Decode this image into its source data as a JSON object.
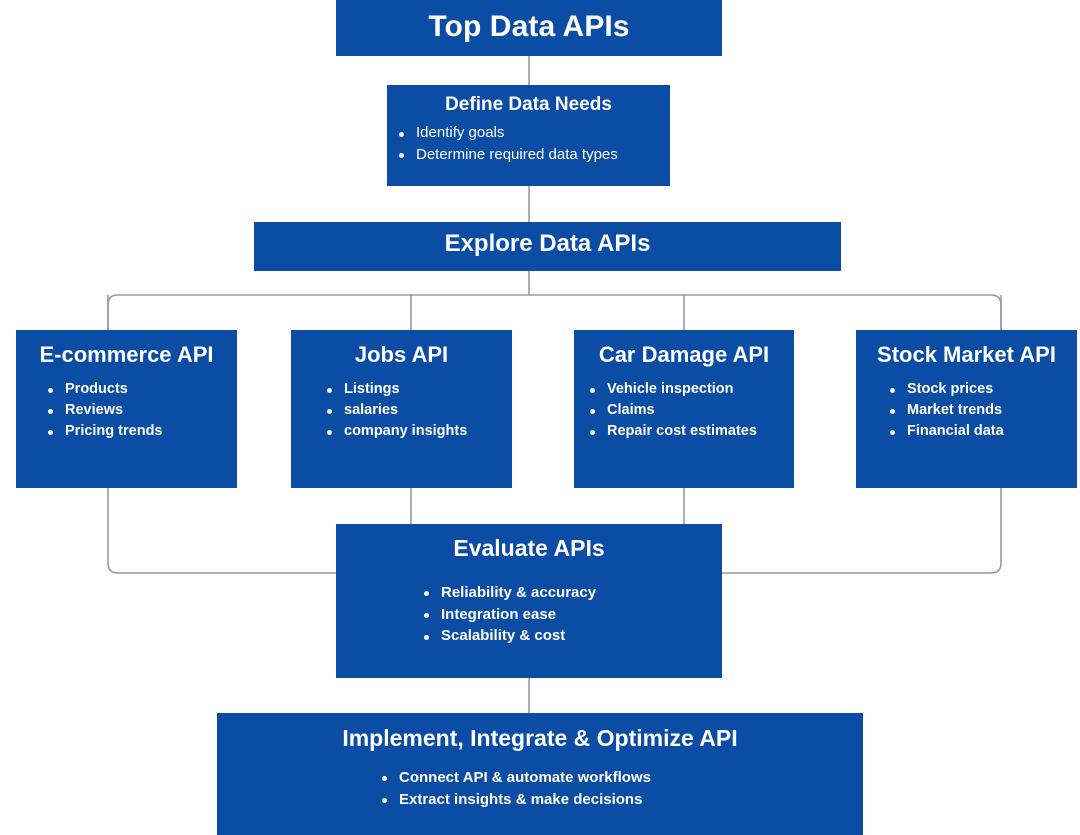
{
  "diagram": {
    "type": "flowchart",
    "accent_color": "#0B4CA5",
    "connector_color": "#9a9a9a",
    "background_color": "#ffffff",
    "nodes": {
      "top": {
        "title": "Top Data APIs",
        "bullets": []
      },
      "define": {
        "title": "Define Data Needs",
        "bullets": [
          "Identify goals",
          "Determine required data types"
        ]
      },
      "explore": {
        "title": "Explore Data APIs",
        "bullets": []
      },
      "ecommerce": {
        "title": "E-commerce API",
        "bullets": [
          "Products",
          "Reviews",
          "Pricing trends"
        ]
      },
      "jobs": {
        "title": "Jobs API",
        "bullets": [
          "Listings",
          "salaries",
          "company insights"
        ]
      },
      "car_damage": {
        "title": "Car Damage API",
        "bullets": [
          "Vehicle inspection",
          "Claims",
          "Repair cost estimates"
        ]
      },
      "stock_market": {
        "title": "Stock Market API",
        "bullets": [
          "Stock prices",
          "Market trends",
          "Financial data"
        ]
      },
      "evaluate": {
        "title": "Evaluate APIs",
        "bullets": [
          "Reliability & accuracy",
          "Integration ease",
          "Scalability & cost"
        ]
      },
      "implement": {
        "title": "Implement, Integrate & Optimize API",
        "bullets": [
          "Connect API & automate workflows",
          "Extract insights & make decisions"
        ]
      }
    }
  }
}
